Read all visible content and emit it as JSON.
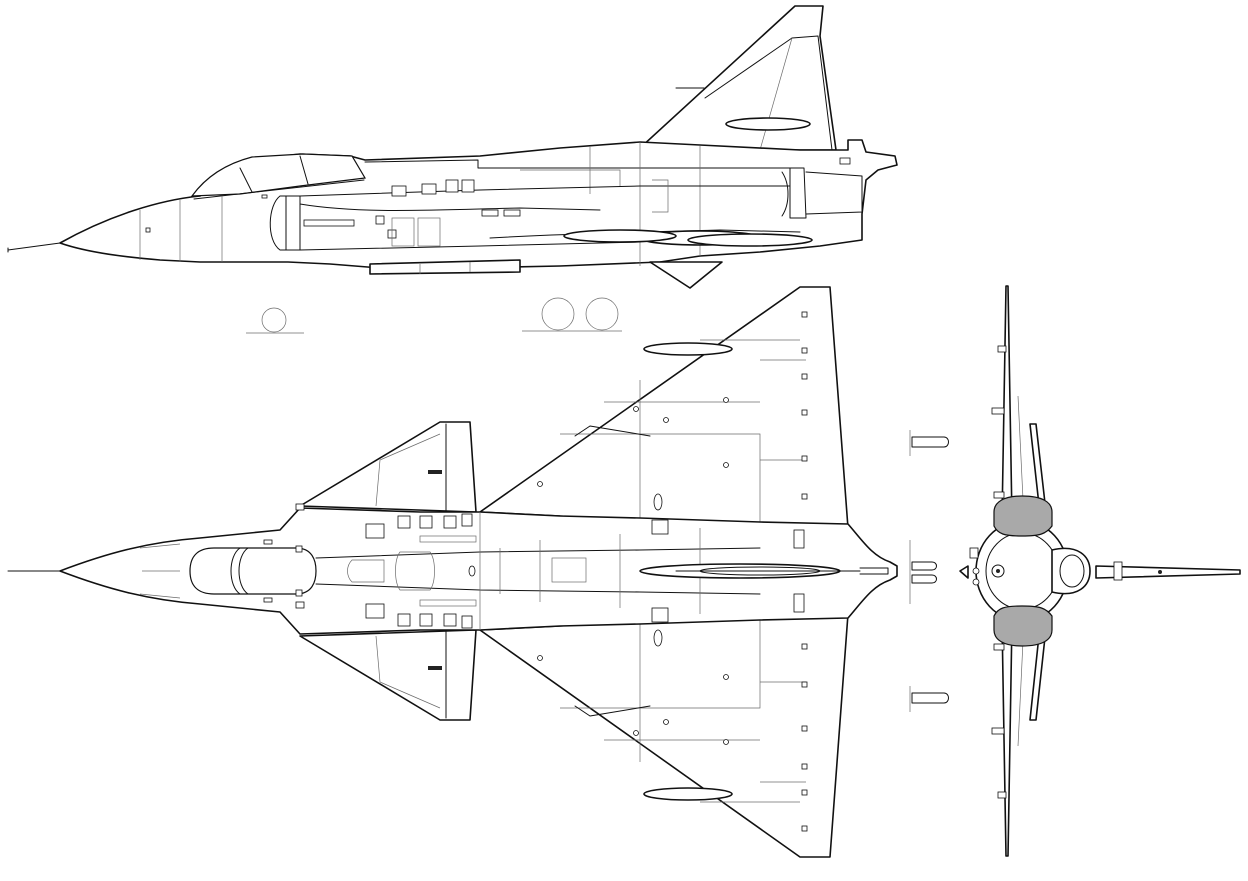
{
  "drawing": {
    "views": [
      "side",
      "top",
      "front"
    ],
    "line_color": "#111111",
    "detail_line_color": "#6b6b6b",
    "highlight_color": "#a9a9a9",
    "background_color": "#ffffff"
  }
}
